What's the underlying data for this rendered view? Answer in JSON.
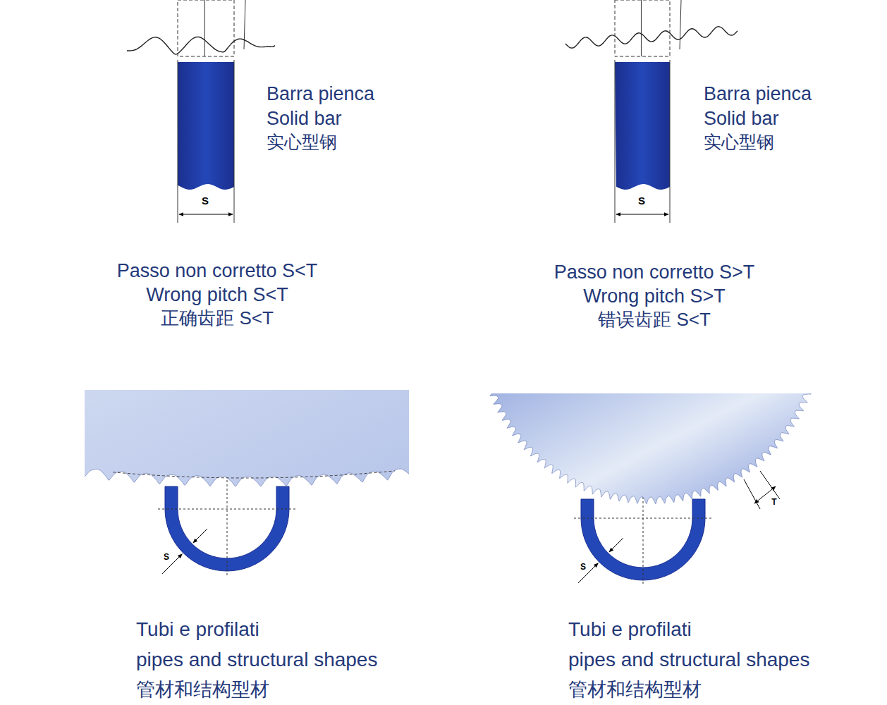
{
  "diagram": {
    "labels": [
      "Barra pienca",
      "Solid bar",
      "实心型钢",
      "S",
      "Passo non corretto S<T",
      "Wrong pitch S<T",
      "正确齿距 S<T",
      "Barra pienca",
      "Solid bar",
      "实心型钢",
      "S",
      "Passo non corretto S>T",
      "Wrong pitch S>T",
      "错误齿距 S<T",
      "S",
      "Tubi e profilati",
      "pipes and structural shapes",
      "管材和结构型材",
      "S",
      "T",
      "Tubi e profilati",
      "pipes and structural shapes",
      "管材和结构型材"
    ]
  }
}
